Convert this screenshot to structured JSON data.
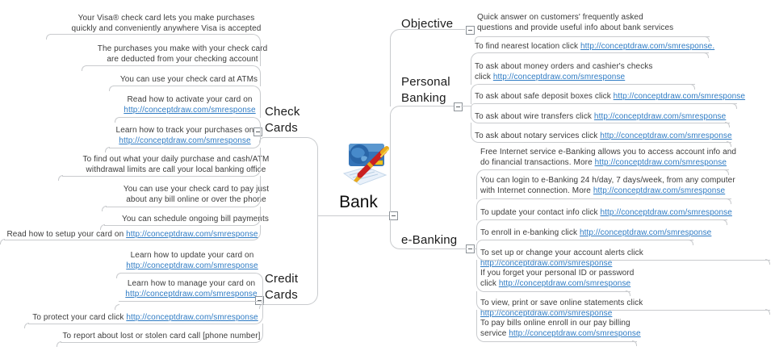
{
  "title": "Bank mind map",
  "center": {
    "label": "Bank",
    "icon": "credit-card-pen-icon"
  },
  "colors": {
    "link_blue": "#2e7bc4",
    "line_gray": "#c9cbce",
    "text_gray": "#3c3c3c"
  },
  "link_url_text": "http://conceptdraw.com/smresponse",
  "branches": {
    "check_cards": {
      "label": "Check\nCards",
      "leaves": [
        {
          "segments": [
            {
              "text": "Your Visa® check card lets you make purchases\nquickly and conveniently anywhere Visa is accepted"
            }
          ]
        },
        {
          "segments": [
            {
              "text": "The purchases you make with your check card\nare deducted from your checking account"
            }
          ]
        },
        {
          "segments": [
            {
              "text": "You can use your check card at ATMs"
            }
          ]
        },
        {
          "segments": [
            {
              "text": "Read how to activate your card on\n"
            },
            {
              "text": "http://conceptdraw.com/smresponse",
              "link": true
            }
          ]
        },
        {
          "segments": [
            {
              "text": "Learn how to track your purchases on\n"
            },
            {
              "text": "http://conceptdraw.com/smresponse",
              "link": true
            }
          ]
        },
        {
          "segments": [
            {
              "text": "To find out what your daily purchase and cash/ATM\nwithdrawal limits are call your local banking office"
            }
          ]
        },
        {
          "segments": [
            {
              "text": "You can use your check card to pay just\nabout any bill online or over the phone"
            }
          ]
        },
        {
          "segments": [
            {
              "text": "You can schedule ongoing bill payments"
            }
          ]
        },
        {
          "segments": [
            {
              "text": "Read how to setup your card on "
            },
            {
              "text": "http://conceptdraw.com/smresponse",
              "link": true
            }
          ]
        }
      ]
    },
    "credit_cards": {
      "label": "Credit\nCards",
      "leaves": [
        {
          "segments": [
            {
              "text": "Learn how to update your card on\n"
            },
            {
              "text": "http://conceptdraw.com/smresponse",
              "link": true
            }
          ]
        },
        {
          "segments": [
            {
              "text": "Learn how to manage your card on\n"
            },
            {
              "text": "http://conceptdraw.com/smresponse",
              "link": true
            }
          ]
        },
        {
          "segments": [
            {
              "text": "To protect your card click "
            },
            {
              "text": "http://conceptdraw.com/smresponse",
              "link": true
            }
          ]
        },
        {
          "segments": [
            {
              "text": "To report about lost or stolen card call [phone number]"
            }
          ]
        }
      ]
    },
    "objective": {
      "label": "Objective",
      "leaves": [
        {
          "segments": [
            {
              "text": "Quick answer on customers' frequently asked\nquestions and provide useful info about bank services"
            }
          ]
        }
      ]
    },
    "personal_banking": {
      "label": "Personal\nBanking",
      "leaves": [
        {
          "segments": [
            {
              "text": "To find nearest location click "
            },
            {
              "text": "http://conceptdraw.com/smresponse.",
              "link": true
            }
          ]
        },
        {
          "segments": [
            {
              "text": "To ask about money orders and cashier's checks\nclick "
            },
            {
              "text": "http://conceptdraw.com/smresponse",
              "link": true
            }
          ]
        },
        {
          "segments": [
            {
              "text": "To ask about safe deposit boxes click "
            },
            {
              "text": "http://conceptdraw.com/smresponse",
              "link": true
            }
          ]
        },
        {
          "segments": [
            {
              "text": "To ask about wire transfers click "
            },
            {
              "text": "http://conceptdraw.com/smresponse",
              "link": true
            }
          ]
        },
        {
          "segments": [
            {
              "text": "To ask about notary services click "
            },
            {
              "text": "http://conceptdraw.com/smresponse",
              "link": true
            }
          ]
        }
      ]
    },
    "e_banking": {
      "label": "e-Banking",
      "leaves": [
        {
          "segments": [
            {
              "text": "Free Internet service e-Banking allows you to access account info and\ndo financial transactions. More "
            },
            {
              "text": "http://conceptdraw.com/smresponse",
              "link": true
            }
          ]
        },
        {
          "segments": [
            {
              "text": "You can login to e-Banking 24 h/day, 7 days/week, from any computer\nwith Internet connection. More "
            },
            {
              "text": "http://conceptdraw.com/smresponse",
              "link": true
            }
          ]
        },
        {
          "segments": [
            {
              "text": "To update your contact info click "
            },
            {
              "text": "http://conceptdraw.com/smresponse",
              "link": true
            }
          ]
        },
        {
          "segments": [
            {
              "text": "To enroll in e-banking click "
            },
            {
              "text": "http://conceptdraw.com/smresponse",
              "link": true
            }
          ]
        },
        {
          "segments": [
            {
              "text": "To set up or change your account alerts click "
            },
            {
              "text": "http://conceptdraw.com/smresponse",
              "link": true
            }
          ]
        },
        {
          "segments": [
            {
              "text": "If you forget your personal ID or password\nclick "
            },
            {
              "text": "http://conceptdraw.com/smresponse",
              "link": true
            }
          ]
        },
        {
          "segments": [
            {
              "text": "To view, print or save online statements click "
            },
            {
              "text": "http://conceptdraw.com/smresponse",
              "link": true
            }
          ]
        },
        {
          "segments": [
            {
              "text": "To pay bills online enroll in our pay billing\nservice "
            },
            {
              "text": "http://conceptdraw.com/smresponse",
              "link": true
            }
          ]
        }
      ]
    }
  }
}
